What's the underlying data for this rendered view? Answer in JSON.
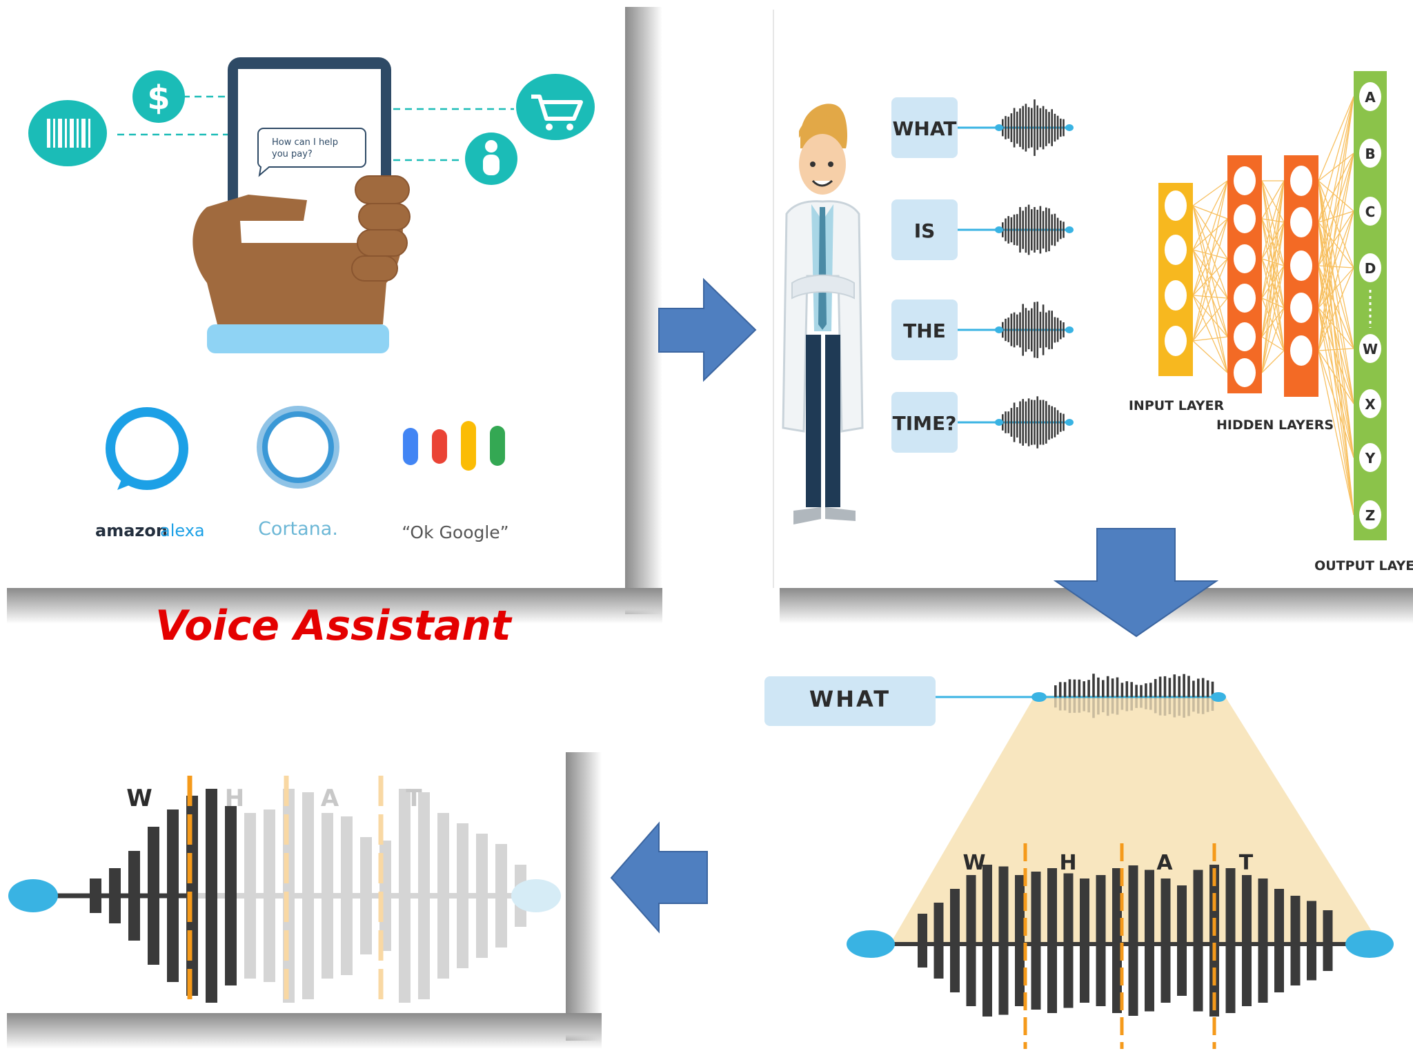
{
  "caption": "Voice Assistant",
  "phone": {
    "bubble_line1": "How can I help",
    "bubble_line2": "you pay?"
  },
  "assistants": [
    {
      "name_part1": "amazon",
      "name_part2": "alexa"
    },
    {
      "name": "Cortana."
    },
    {
      "name": "“Ok Google”"
    }
  ],
  "speech_words": [
    "WHAT",
    "IS",
    "THE",
    "TIME?"
  ],
  "network": {
    "input_label": "INPUT LAYER",
    "hidden_label": "HIDDEN LAYERS",
    "output_label": "OUTPUT LAYER",
    "output_letters": [
      "A",
      "B",
      "C",
      "D",
      "W",
      "X",
      "Y",
      "Z"
    ]
  },
  "word_panel": {
    "word": "WHAT",
    "letters": [
      "W",
      "H",
      "A",
      "T"
    ]
  },
  "bottom_left": {
    "letters": [
      "W",
      "H",
      "A",
      "T"
    ]
  },
  "colors": {
    "arrow": "#4f7fc0",
    "teal": "#1bbcb7",
    "caption": "#e40000",
    "waveform": "#3a3a3a",
    "marker": "#f59a1b",
    "input_layer": "#f7b81f",
    "hidden_layer": "#f36a25",
    "output_layer": "#8bc34a",
    "word_box": "#cfe6f5",
    "node": "#39b3e3"
  }
}
